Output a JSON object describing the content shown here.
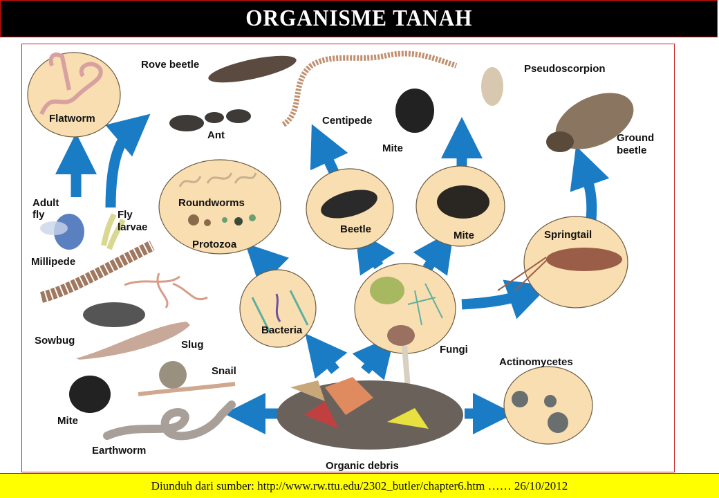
{
  "title": "ORGANISME  TANAH",
  "footer": "Diunduh  dari sumber: http://www.rw.ttu.edu/2302_butler/chapter6.htm …… 26/10/2012",
  "colors": {
    "title_bg": "#000000",
    "title_text": "#ffffff",
    "frame_border": "#c82020",
    "footer_bg": "#ffff00",
    "arrow": "#1a7cc4",
    "circle_fill": "#f8deb0",
    "circle_stroke": "#6b5a40"
  },
  "diagram": {
    "labels": {
      "flatworm": "Flatworm",
      "rove_beetle": "Rove beetle",
      "ant": "Ant",
      "centipede": "Centipede",
      "mite_top": "Mite",
      "pseudoscorpion": "Pseudoscorpion",
      "ground_beetle_1": "Ground",
      "ground_beetle_2": "beetle",
      "adult_fly_1": "Adult",
      "adult_fly_2": "fly",
      "fly_larvae_1": "Fly",
      "fly_larvae_2": "larvae",
      "roundworms": "Roundworms",
      "protozoa": "Protozoa",
      "beetle": "Beetle",
      "mite_mid": "Mite",
      "springtail": "Springtail",
      "millipede": "Millipede",
      "bacteria": "Bacteria",
      "fungi": "Fungi",
      "sowbug": "Sowbug",
      "slug": "Slug",
      "snail": "Snail",
      "actinomycetes": "Actinomycetes",
      "mite_bottom": "Mite",
      "earthworm": "Earthworm",
      "organic_debris": "Organic debris"
    }
  }
}
